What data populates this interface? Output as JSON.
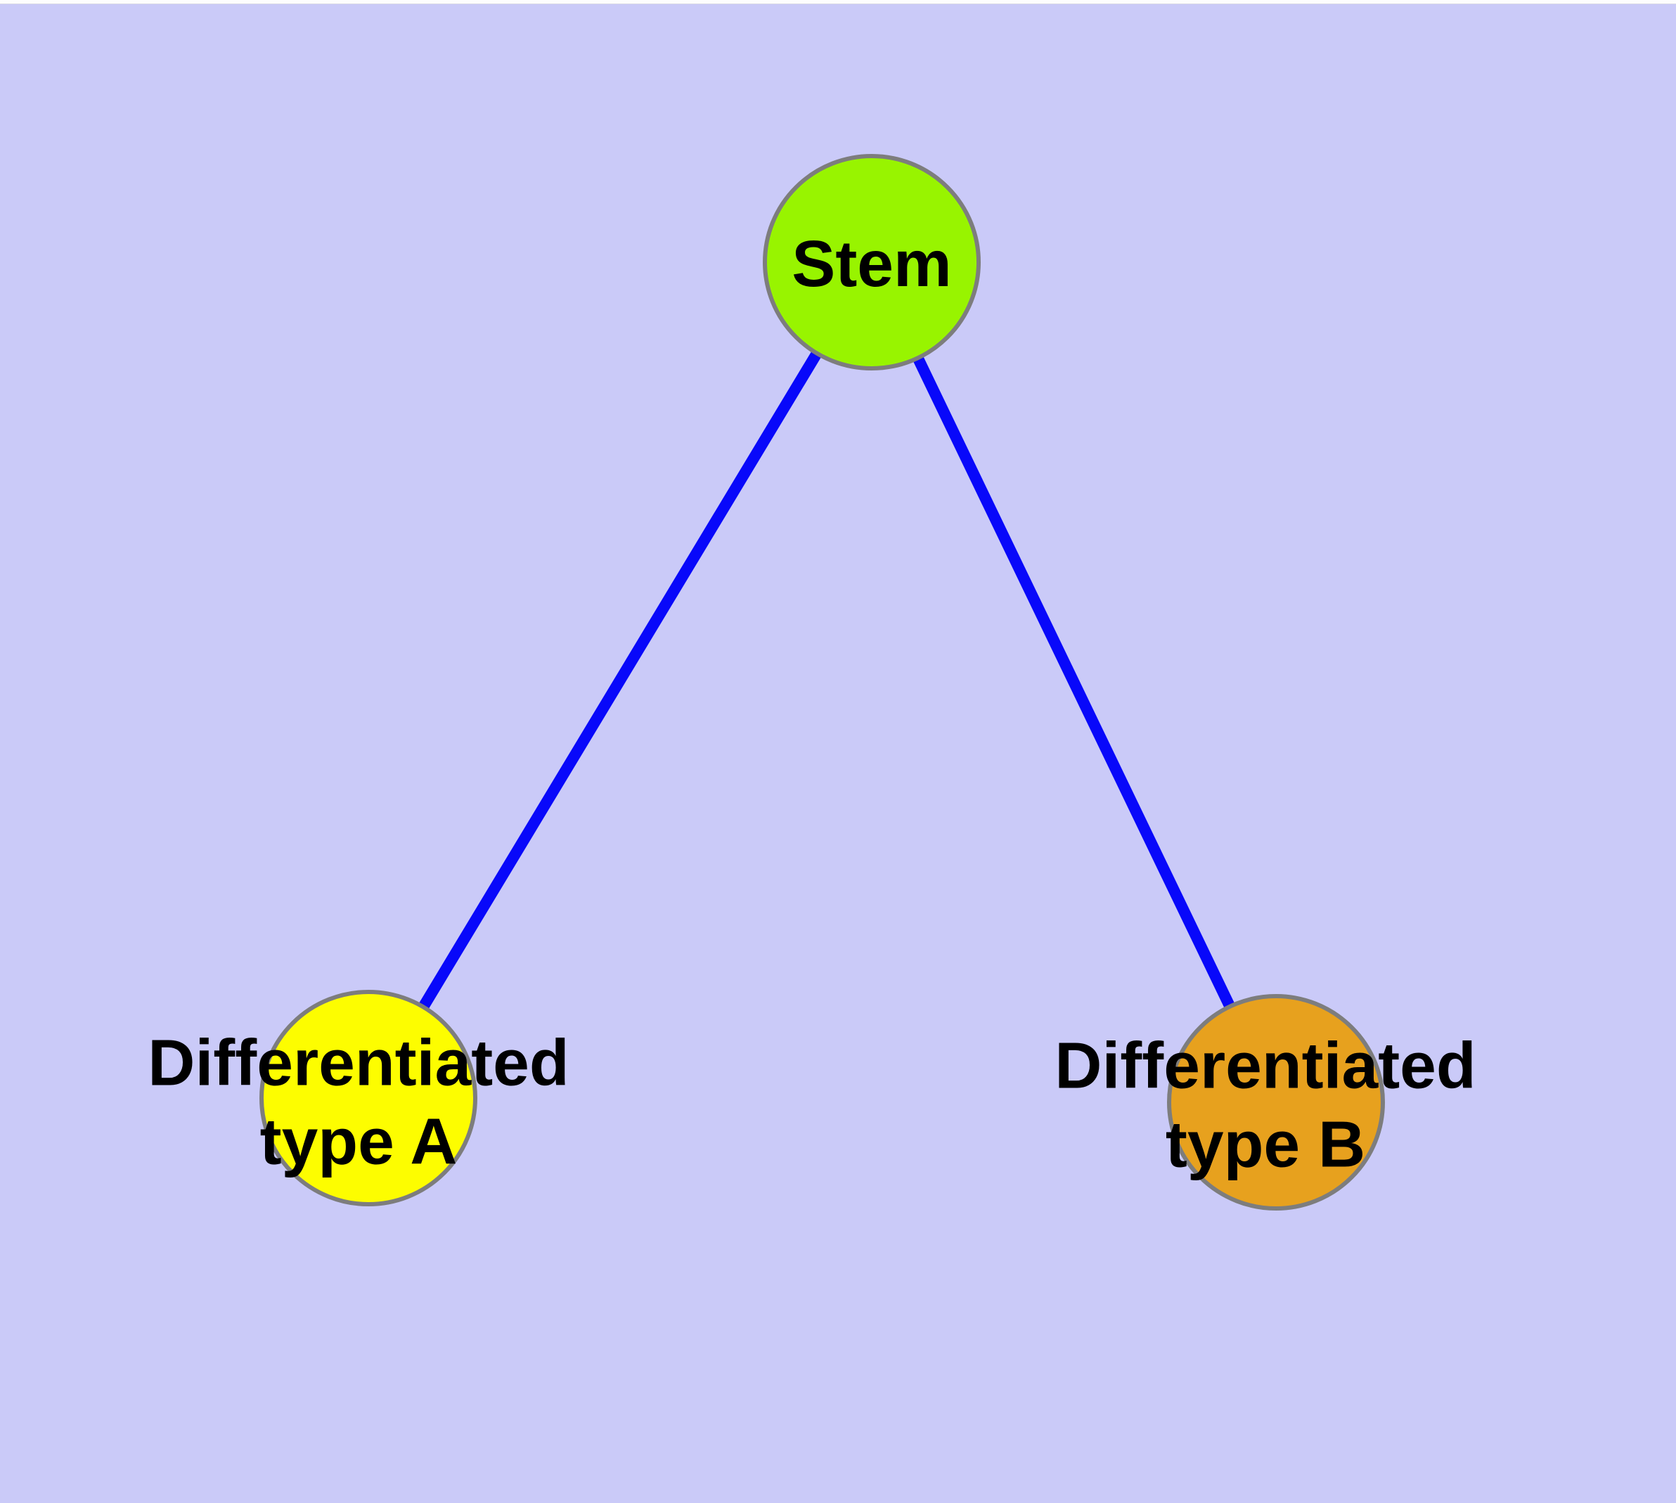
{
  "diagram": {
    "colors": {
      "background": "#cacaf8",
      "edge": "#0808fa",
      "node_border": "#7d7d7d",
      "label_text": "#000000"
    },
    "nodes": [
      {
        "id": "stem",
        "label_lines": [
          "Stem"
        ],
        "color": "#98f400"
      },
      {
        "id": "differentiated-type-a",
        "label_lines": [
          "Differentiated",
          "type A"
        ],
        "color": "#fdfd00"
      },
      {
        "id": "differentiated-type-b",
        "label_lines": [
          "Differentiated",
          "type B"
        ],
        "color": "#e7a11e"
      }
    ],
    "edges": [
      {
        "from": "stem",
        "to": "differentiated-type-a"
      },
      {
        "from": "stem",
        "to": "differentiated-type-b"
      }
    ]
  }
}
